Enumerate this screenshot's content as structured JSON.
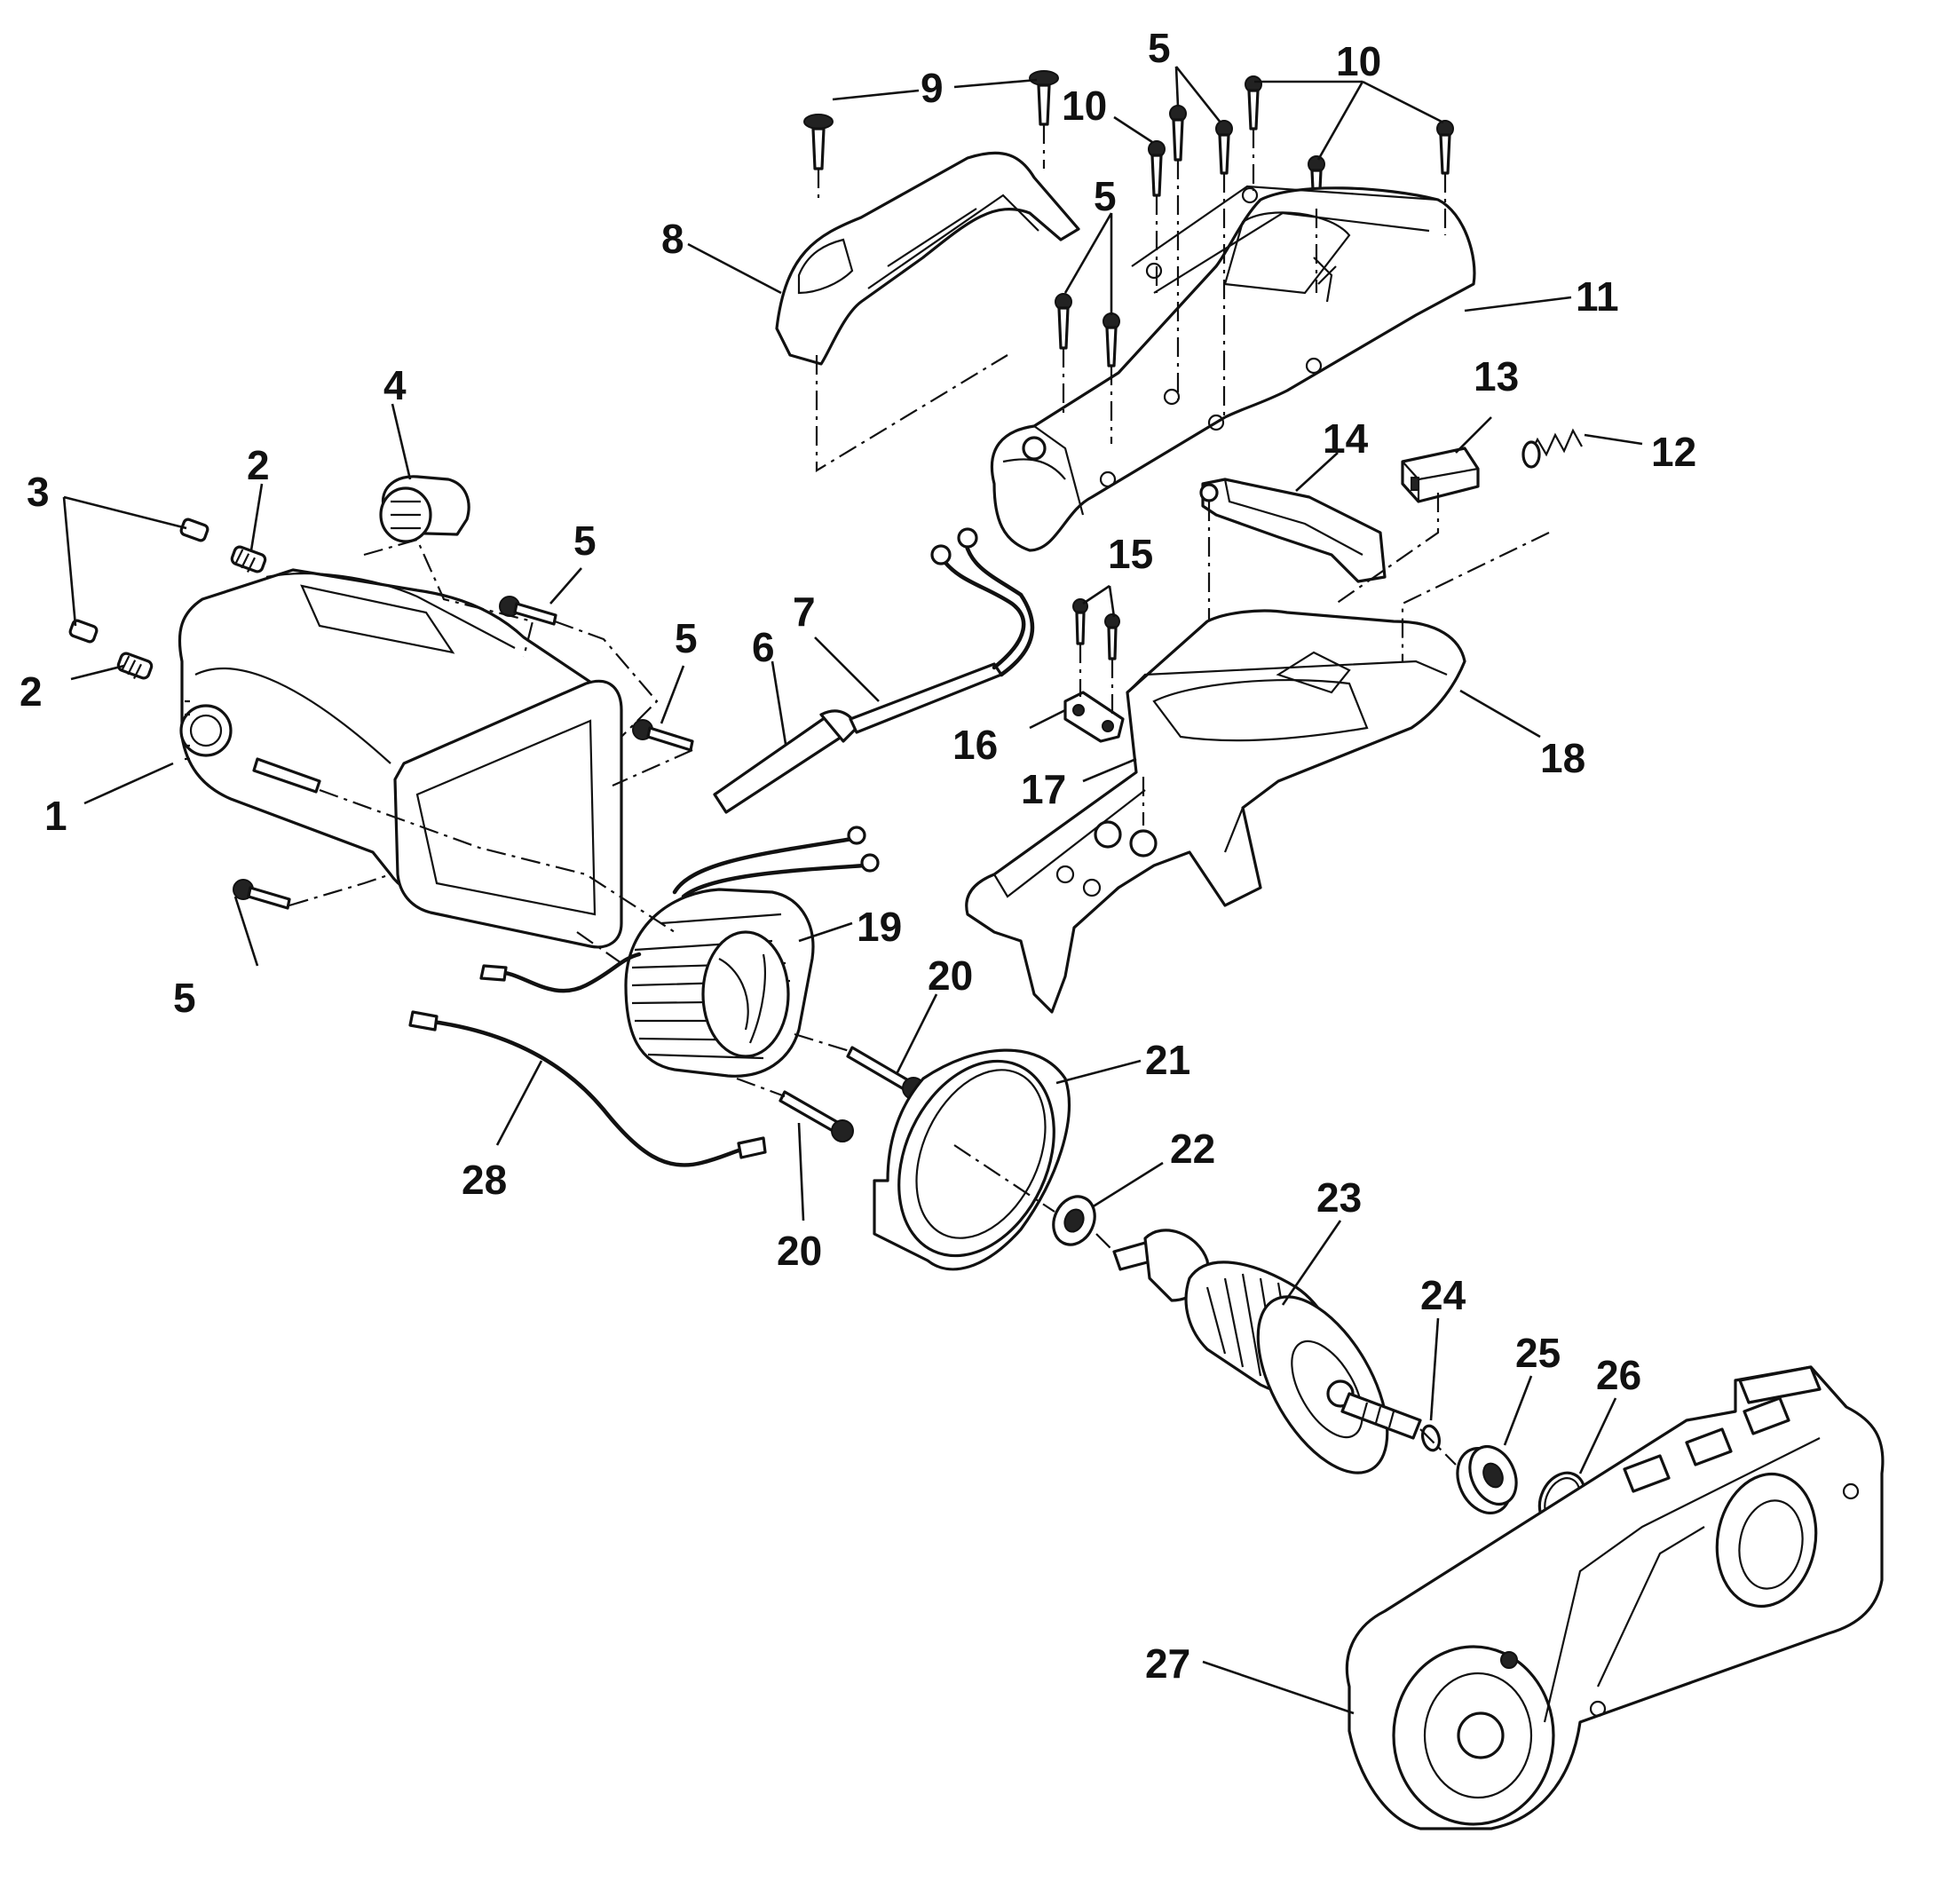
{
  "diagram": {
    "callouts": [
      {
        "id": "c1",
        "text": "1"
      },
      {
        "id": "c2a",
        "text": "2"
      },
      {
        "id": "c2b",
        "text": "2"
      },
      {
        "id": "c3",
        "text": "3"
      },
      {
        "id": "c4",
        "text": "4"
      },
      {
        "id": "c5a",
        "text": "5"
      },
      {
        "id": "c5b",
        "text": "5"
      },
      {
        "id": "c5c",
        "text": "5"
      },
      {
        "id": "c5d",
        "text": "5"
      },
      {
        "id": "c5e",
        "text": "5"
      },
      {
        "id": "c6",
        "text": "6"
      },
      {
        "id": "c7",
        "text": "7"
      },
      {
        "id": "c8",
        "text": "8"
      },
      {
        "id": "c9",
        "text": "9"
      },
      {
        "id": "c10a",
        "text": "10"
      },
      {
        "id": "c10b",
        "text": "10"
      },
      {
        "id": "c11",
        "text": "11"
      },
      {
        "id": "c12",
        "text": "12"
      },
      {
        "id": "c13",
        "text": "13"
      },
      {
        "id": "c14",
        "text": "14"
      },
      {
        "id": "c15",
        "text": "15"
      },
      {
        "id": "c16",
        "text": "16"
      },
      {
        "id": "c17",
        "text": "17"
      },
      {
        "id": "c18",
        "text": "18"
      },
      {
        "id": "c19",
        "text": "19"
      },
      {
        "id": "c20a",
        "text": "20"
      },
      {
        "id": "c20b",
        "text": "20"
      },
      {
        "id": "c21",
        "text": "21"
      },
      {
        "id": "c22",
        "text": "22"
      },
      {
        "id": "c23",
        "text": "23"
      },
      {
        "id": "c24",
        "text": "24"
      },
      {
        "id": "c25",
        "text": "25"
      },
      {
        "id": "c26",
        "text": "26"
      },
      {
        "id": "c27",
        "text": "27"
      },
      {
        "id": "c28",
        "text": "28"
      }
    ]
  }
}
